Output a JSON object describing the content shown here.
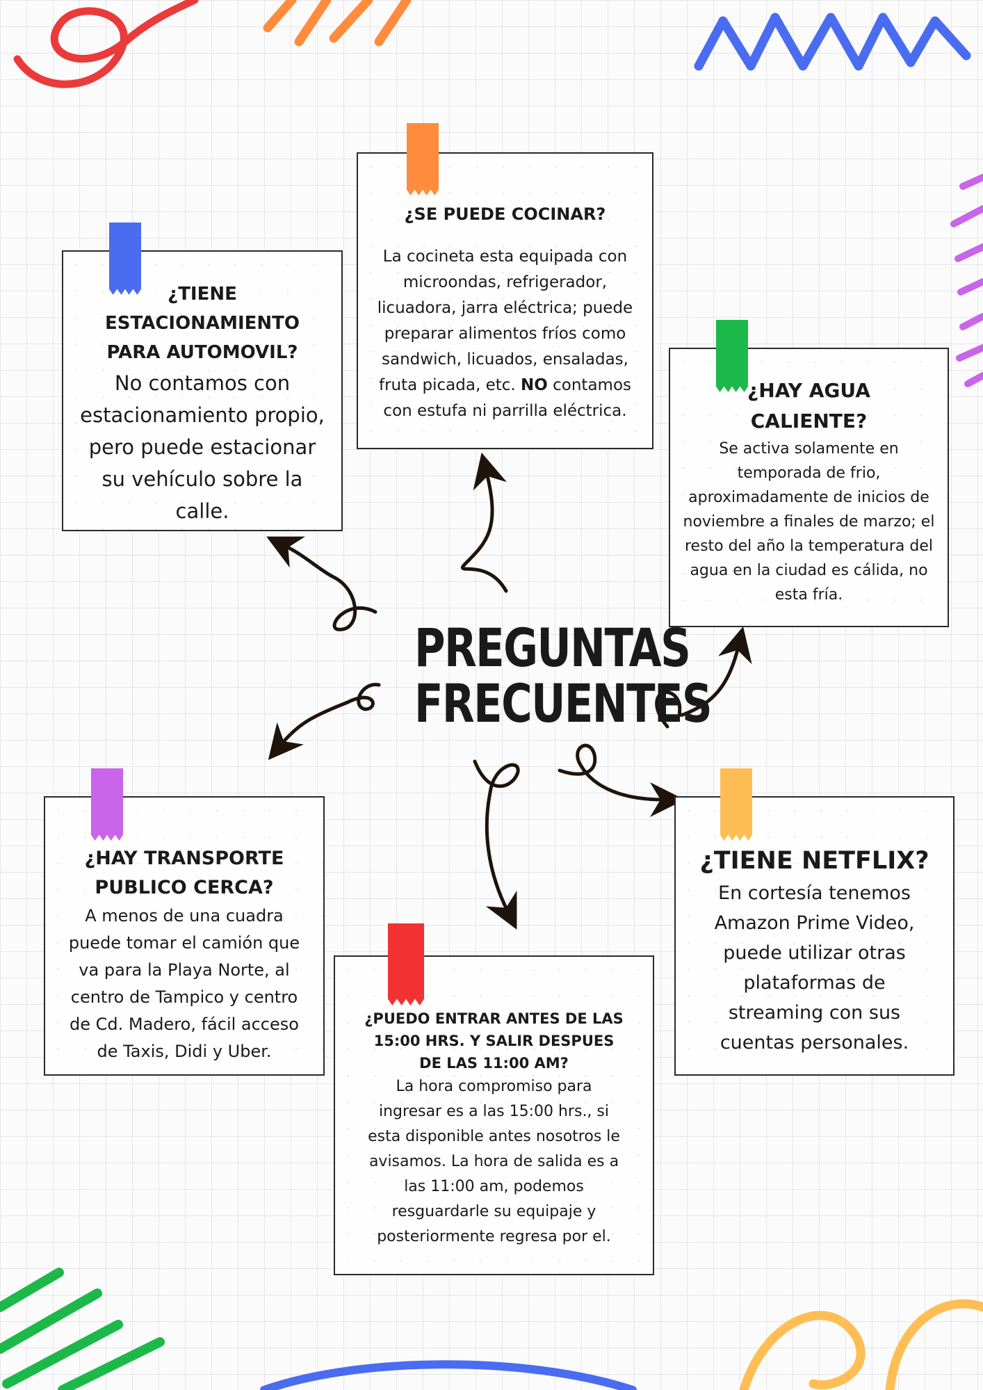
{
  "title": {
    "line1": "PREGUNTAS",
    "line2": "FRECUENTES"
  },
  "cards": {
    "parking": {
      "question": "¿TIENE ESTACIONAMIENTO PARA AUTOMOVIL?",
      "answer": "No contamos con estacionamiento propio, pero puede estacionar su vehículo sobre la calle.",
      "tape_color": "#4a6cf0"
    },
    "cooking": {
      "question": "¿SE PUEDE COCINAR?",
      "answer_before": "La cocineta esta equipada con microondas, refrigerador, licuadora, jarra eléctrica; puede preparar alimentos fríos como sandwich, licuados, ensaladas, fruta picada, etc. ",
      "answer_bold": "NO",
      "answer_after": " contamos con estufa ni parrilla eléctrica.",
      "tape_color": "#ff8c3c"
    },
    "hot_water": {
      "question": "¿HAY AGUA CALIENTE?",
      "answer": "Se activa solamente en temporada de frio, aproximadamente de inicios de noviembre a finales de marzo; el resto del año la temperatura del agua en la ciudad es cálida, no esta fría.",
      "tape_color": "#1db84a"
    },
    "transport": {
      "question": "¿HAY TRANSPORTE PUBLICO CERCA?",
      "answer": "A menos de una cuadra puede tomar el camión que va para la Playa Norte, al centro de Tampico y centro de Cd. Madero, fácil acceso de Taxis, Didi y Uber.",
      "tape_color": "#c865e8"
    },
    "checkin": {
      "question": "¿PUEDO ENTRAR ANTES DE LAS 15:00 HRS. Y SALIR DESPUES DE LAS 11:00 AM?",
      "answer": "La hora compromiso para ingresar es a las 15:00 hrs., si esta disponible antes nosotros le avisamos. La hora de salida es a las 11:00 am, podemos resguardarle su equipaje y posteriormente regresa por el.",
      "tape_color": "#f23232"
    },
    "netflix": {
      "question": "¿TIENE NETFLIX?",
      "answer": "En cortesía tenemos Amazon Prime Video, puede utilizar otras plataformas de streaming con sus cuentas personales.",
      "tape_color": "#ffbe55"
    }
  }
}
